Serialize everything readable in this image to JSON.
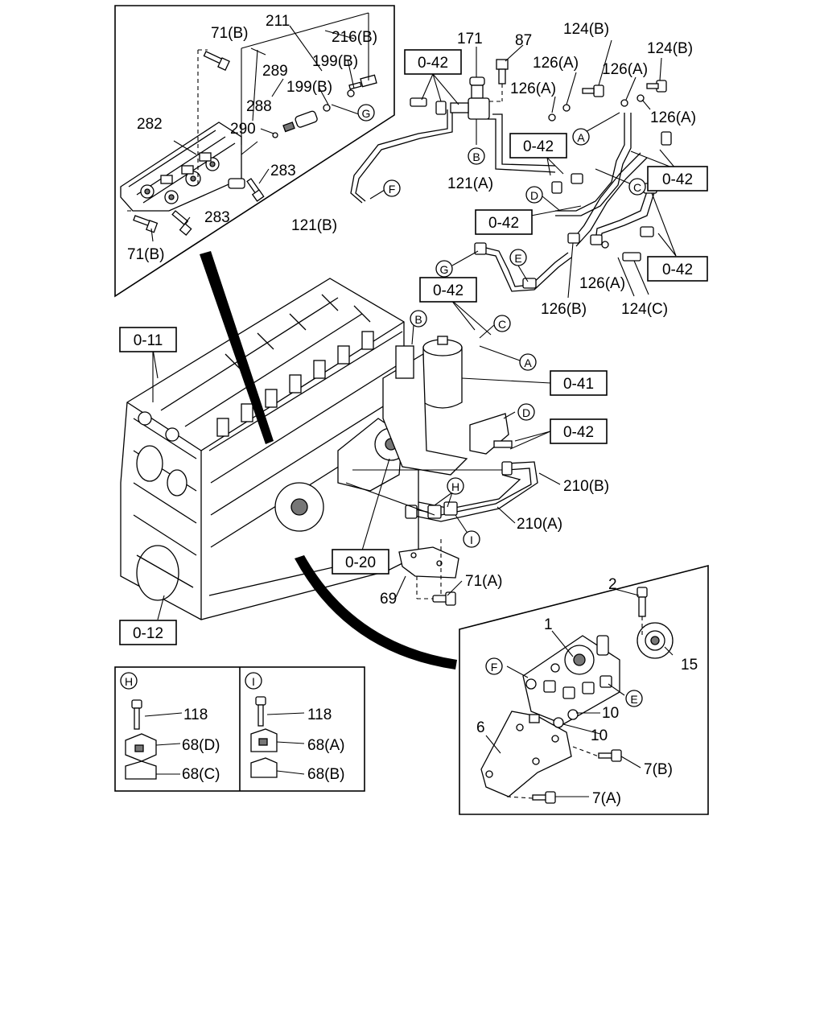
{
  "labels": {
    "p71b_top": "71(B)",
    "p211": "211",
    "p216b": "216(B)",
    "p289": "289",
    "p199b_1": "199(B)",
    "p199b_2": "199(B)",
    "p288": "288",
    "p290": "290",
    "p282": "282",
    "p283_1": "283",
    "p283_2": "283",
    "p71b_bottom": "71(B)",
    "p171": "171",
    "p87": "87",
    "p124b_1": "124(B)",
    "p124b_2": "124(B)",
    "p126a_1": "126(A)",
    "p126a_2": "126(A)",
    "p126a_3": "126(A)",
    "p126a_4": "126(A)",
    "p121a": "121(A)",
    "p121b": "121(B)",
    "p126a_5": "126(A)",
    "p126b": "126(B)",
    "p124c": "124(C)",
    "p210b": "210(B)",
    "p210a": "210(A)",
    "p71a": "71(A)",
    "p69": "69",
    "p2": "2",
    "p1": "1",
    "p15": "15",
    "p10_1": "10",
    "p10_2": "10",
    "p6": "6",
    "p7b": "7(B)",
    "p7a": "7(A)",
    "p118_h": "118",
    "p68d": "68(D)",
    "p68c": "68(C)",
    "p118_i": "118",
    "p68a": "68(A)",
    "p68b": "68(B)"
  },
  "refboxes": {
    "r042_1": "0-42",
    "r042_2": "0-42",
    "r042_3": "0-42",
    "r042_4": "0-42",
    "r042_5": "0-42",
    "r042_6": "0-42",
    "r042_7": "0-42",
    "r011": "0-11",
    "r041": "0-41",
    "r020": "0-20",
    "r012": "0-12"
  },
  "circles": {
    "G_top": "G",
    "F_top": "F",
    "B_top": "B",
    "A_top": "A",
    "C_top": "C",
    "D_top": "D",
    "G_mid": "G",
    "E_mid": "E",
    "B_mid": "B",
    "C_mid": "C",
    "A_mid": "A",
    "D_mid": "D",
    "H_mid": "H",
    "I_mid": "I",
    "F_pump": "F",
    "E_pump": "E",
    "H_box": "H",
    "I_box": "I"
  }
}
